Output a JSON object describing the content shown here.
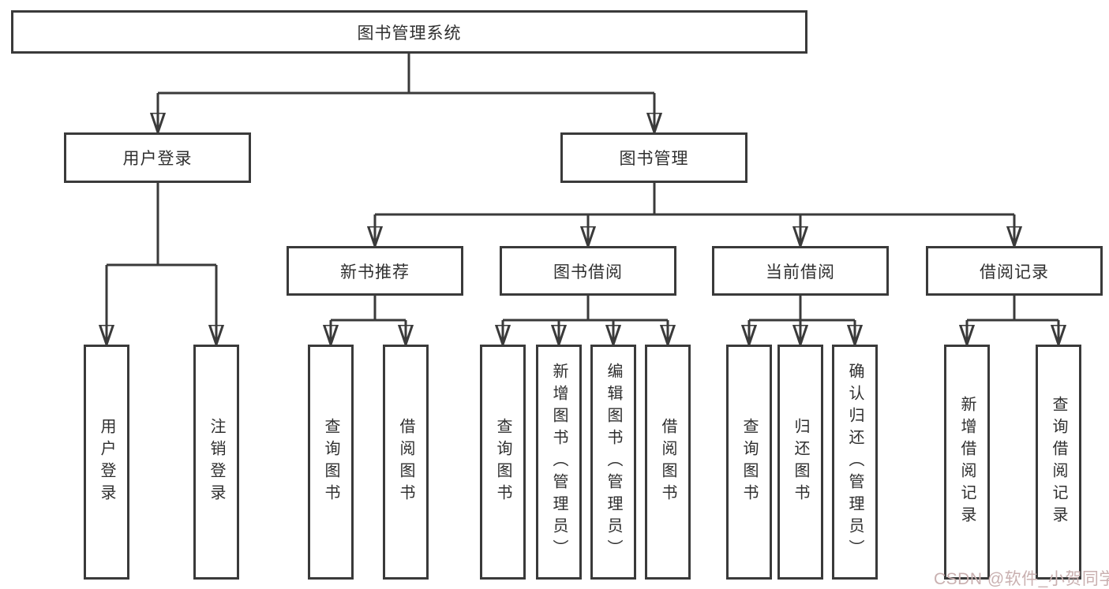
{
  "title": "图书管理系统",
  "tree": {
    "label": "图书管理系统",
    "children": [
      {
        "label": "用户登录",
        "children": [
          {
            "label": "用户登录"
          },
          {
            "label": "注销登录"
          }
        ]
      },
      {
        "label": "图书管理",
        "children": [
          {
            "label": "新书推荐",
            "children": [
              {
                "label": "查询图书"
              },
              {
                "label": "借阅图书"
              }
            ]
          },
          {
            "label": "图书借阅",
            "children": [
              {
                "label": "查询图书"
              },
              {
                "label": "新增图书（管理员）"
              },
              {
                "label": "编辑图书（管理员）"
              },
              {
                "label": "借阅图书"
              }
            ]
          },
          {
            "label": "当前借阅",
            "children": [
              {
                "label": "查询图书"
              },
              {
                "label": "归还图书"
              },
              {
                "label": "确认归还（管理员）"
              }
            ]
          },
          {
            "label": "借阅记录",
            "children": [
              {
                "label": "新增借阅记录"
              },
              {
                "label": "查询借阅记录"
              }
            ]
          }
        ]
      }
    ]
  },
  "watermark": {
    "text": "CSDN @软件_小贺同学",
    "color": "#c9b0b0"
  },
  "colors": {
    "line": "#3a3a3a",
    "box_border": "#3a3a3a",
    "text": "#2f2f2f"
  }
}
